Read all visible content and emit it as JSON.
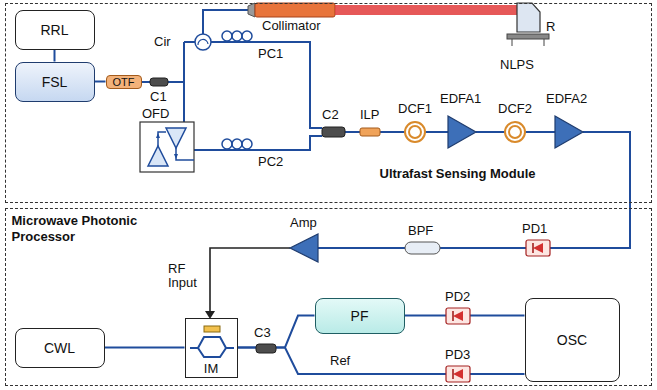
{
  "diagram": {
    "nodes": [
      {
        "text": [
          "Ultrafast Sensing Module"
        ]
      },
      {
        "text": [
          "RRL"
        ],
        "in": 0
      },
      {
        "text": [
          "FSL"
        ],
        "in": 0
      },
      {
        "text": [
          "OTF"
        ],
        "in": 0
      },
      {
        "text": [
          "Microwave Photonic Processor"
        ]
      },
      {
        "text": [
          "CWL"
        ],
        "in": 4
      },
      {
        "text": [
          "IM"
        ],
        "in": 4
      },
      {
        "text": [
          "PF"
        ],
        "in": 4
      },
      {
        "text": [
          "OSC"
        ],
        "in": 4
      }
    ],
    "edges": [
      {
        "from": 1,
        "to": 2,
        "arrow": "none"
      },
      {
        "from": 2,
        "to": 3,
        "arrow": "none"
      },
      {
        "from": 5,
        "to": 6,
        "arrow": "none"
      },
      {
        "from": 6,
        "to": 7,
        "arrow": "none"
      },
      {
        "from": 6,
        "to": 8,
        "arrow": "none"
      },
      {
        "from": 7,
        "to": 8,
        "arrow": "none"
      }
    ],
    "labels": [
      "Cir",
      "Collimator",
      "R",
      "NLPS",
      "C1",
      "OFD",
      "PC1",
      "PC2",
      "C2",
      "ILP",
      "DCF1",
      "EDFA1",
      "DCF2",
      "EDFA2",
      "PD1",
      "BPF",
      "Amp",
      "RF Input",
      "C3",
      "PD2",
      "PD3",
      "Ref"
    ]
  }
}
